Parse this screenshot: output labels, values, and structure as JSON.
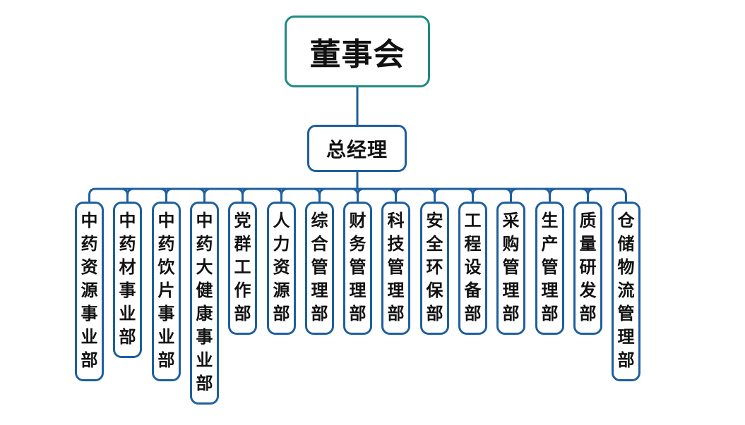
{
  "board": {
    "label": "董事会"
  },
  "general_manager": {
    "label": "总经理"
  },
  "colors": {
    "board_border": "#1f8a86",
    "line": "#1e5f9e",
    "text": "#111111"
  },
  "departments": [
    {
      "label": "中药资源事业部"
    },
    {
      "label": "中药材事业部"
    },
    {
      "label": "中药饮片事业部"
    },
    {
      "label": "中药大健康事业部"
    },
    {
      "label": "党群工作部"
    },
    {
      "label": "人力资源部"
    },
    {
      "label": "综合管理部"
    },
    {
      "label": "财务管理部"
    },
    {
      "label": "科技管理部"
    },
    {
      "label": "安全环保部"
    },
    {
      "label": "工程设备部"
    },
    {
      "label": "采购管理部"
    },
    {
      "label": "生产管理部"
    },
    {
      "label": "质量研发部"
    },
    {
      "label": "仓储物流管理部"
    }
  ]
}
